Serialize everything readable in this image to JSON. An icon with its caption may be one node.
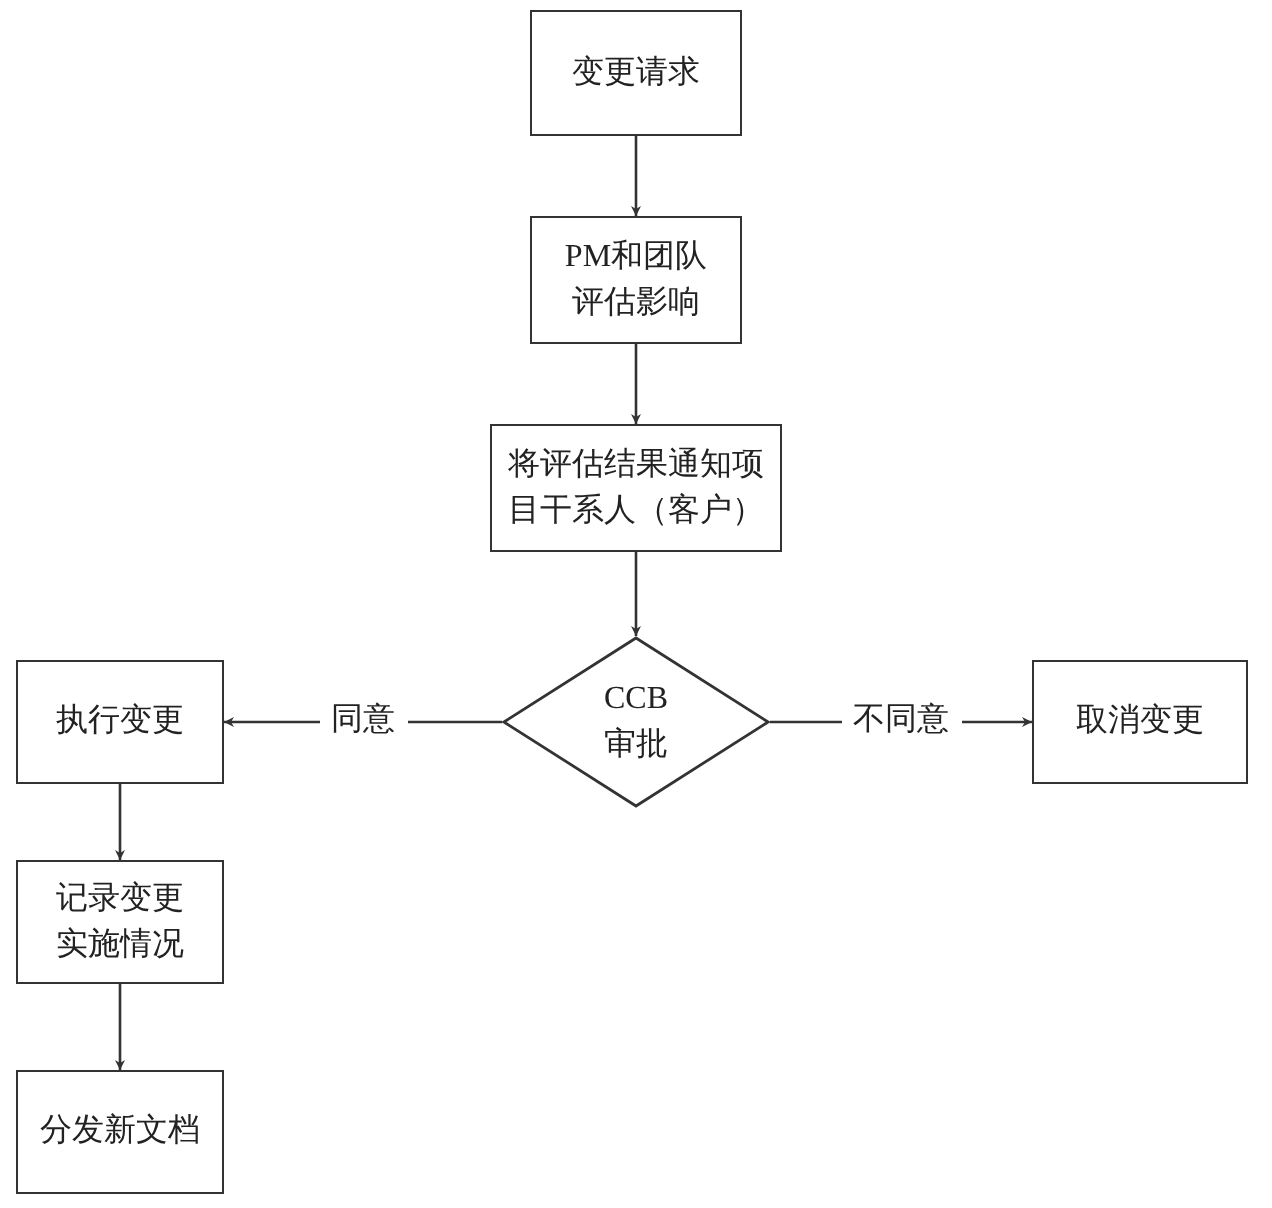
{
  "diagram": {
    "nodes": [
      {
        "text": [
          "变更请求"
        ]
      },
      {
        "text": [
          "PM和团队评估影响"
        ]
      },
      {
        "text": [
          "将评估结果通知项目干系人（客户）"
        ]
      },
      {
        "text": [
          "CCB审批"
        ]
      },
      {
        "text": [
          "执行变更"
        ]
      },
      {
        "text": [
          "取消变更"
        ]
      },
      {
        "text": [
          "记录变更实施情况"
        ]
      },
      {
        "text": [
          "分发新文档"
        ]
      }
    ],
    "edges": [
      {
        "from": 0,
        "to": 1,
        "arrow": "to"
      },
      {
        "from": 1,
        "to": 2,
        "arrow": "to"
      },
      {
        "from": 2,
        "to": 3,
        "arrow": "to"
      },
      {
        "from": 3,
        "to": 4,
        "arrow": "to",
        "label": "同意"
      },
      {
        "from": 3,
        "to": 5,
        "arrow": "to",
        "label": "不同意"
      },
      {
        "from": 4,
        "to": 6,
        "arrow": "to"
      },
      {
        "from": 6,
        "to": 7,
        "arrow": "to"
      }
    ]
  }
}
